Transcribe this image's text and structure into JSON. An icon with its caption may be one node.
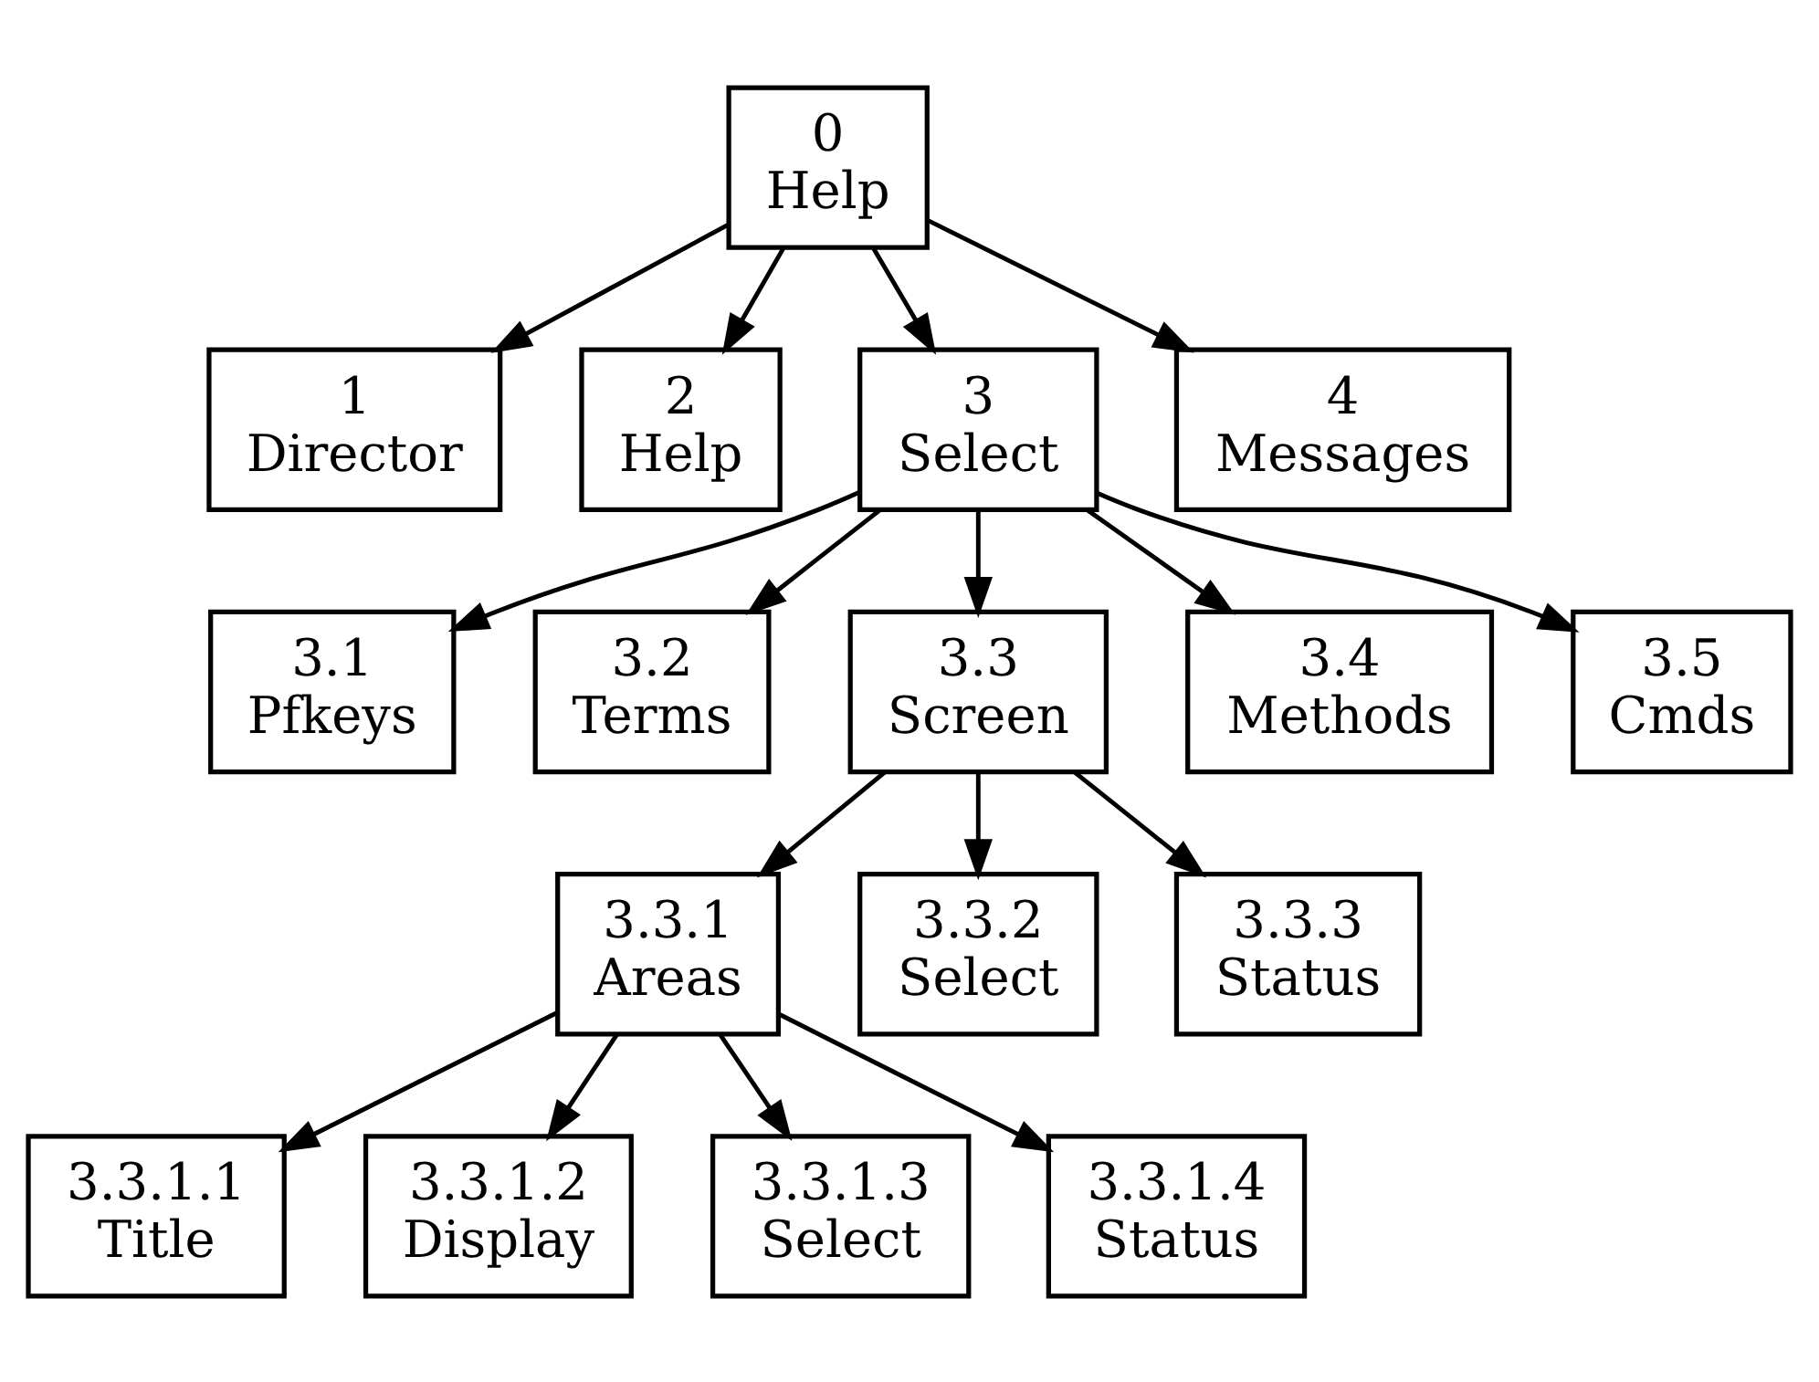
{
  "diagram": {
    "nodes": [
      {
        "text": [
          "0",
          "Help"
        ]
      },
      {
        "text": [
          "1",
          "Director"
        ]
      },
      {
        "text": [
          "2",
          "Help"
        ]
      },
      {
        "text": [
          "3",
          "Select"
        ]
      },
      {
        "text": [
          "4",
          "Messages"
        ]
      },
      {
        "text": [
          "3.1",
          "Pfkeys"
        ]
      },
      {
        "text": [
          "3.2",
          "Terms"
        ]
      },
      {
        "text": [
          "3.3",
          "Screen"
        ]
      },
      {
        "text": [
          "3.4",
          "Methods"
        ]
      },
      {
        "text": [
          "3.5",
          "Cmds"
        ]
      },
      {
        "text": [
          "3.3.1",
          "Areas"
        ]
      },
      {
        "text": [
          "3.3.2",
          "Select"
        ]
      },
      {
        "text": [
          "3.3.3",
          "Status"
        ]
      },
      {
        "text": [
          "3.3.1.1",
          "Title"
        ]
      },
      {
        "text": [
          "3.3.1.2",
          "Display"
        ]
      },
      {
        "text": [
          "3.3.1.3",
          "Select"
        ]
      },
      {
        "text": [
          "3.3.1.4",
          "Status"
        ]
      }
    ],
    "edges": [
      {
        "from": 0,
        "to": 1,
        "arrow": "to"
      },
      {
        "from": 0,
        "to": 2,
        "arrow": "to"
      },
      {
        "from": 0,
        "to": 3,
        "arrow": "to"
      },
      {
        "from": 0,
        "to": 4,
        "arrow": "to"
      },
      {
        "from": 3,
        "to": 5,
        "arrow": "to"
      },
      {
        "from": 3,
        "to": 6,
        "arrow": "to"
      },
      {
        "from": 3,
        "to": 7,
        "arrow": "to"
      },
      {
        "from": 3,
        "to": 8,
        "arrow": "to"
      },
      {
        "from": 3,
        "to": 9,
        "arrow": "to"
      },
      {
        "from": 7,
        "to": 10,
        "arrow": "to"
      },
      {
        "from": 7,
        "to": 11,
        "arrow": "to"
      },
      {
        "from": 7,
        "to": 12,
        "arrow": "to"
      },
      {
        "from": 10,
        "to": 13,
        "arrow": "to"
      },
      {
        "from": 10,
        "to": 14,
        "arrow": "to"
      },
      {
        "from": 10,
        "to": 15,
        "arrow": "to"
      },
      {
        "from": 10,
        "to": 16,
        "arrow": "to"
      }
    ]
  }
}
